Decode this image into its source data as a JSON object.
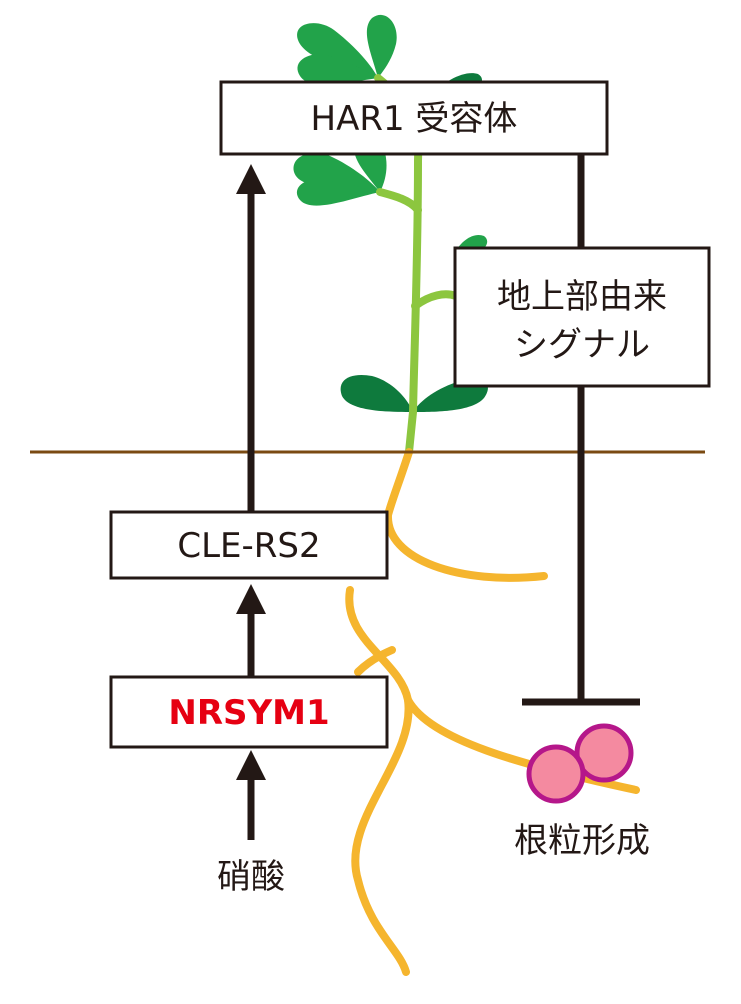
{
  "colors": {
    "ink": "#231815",
    "accent_red": "#e60012",
    "ground_line": "#7a4a12",
    "root": "#f5b52e",
    "stem": "#8cc63f",
    "leaf": "#22a34a",
    "leaf_dark": "#0e7a3d",
    "nodule_fill": "#f48aa0",
    "nodule_stroke": "#b5178a"
  },
  "receptor": {
    "label": "HAR1 受容体"
  },
  "shoot_signal": {
    "line1": "地上部由来",
    "line2": "シグナル"
  },
  "peptide": {
    "label": "CLE-RS2"
  },
  "regulator": {
    "label": "NRSYM1"
  },
  "input": {
    "label": "硝酸"
  },
  "outcome": {
    "label": "根粒形成"
  }
}
